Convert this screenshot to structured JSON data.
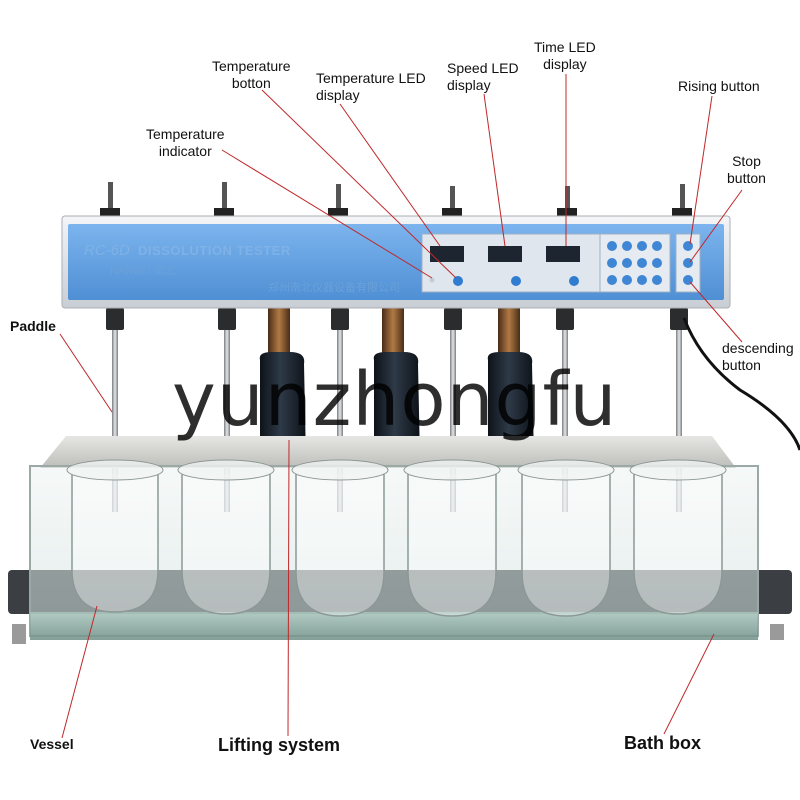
{
  "device": {
    "model": "RC-6D",
    "product": "DISSOLUTION TESTER",
    "brand": "NANBEI 南北",
    "company": "郑州南北仪器设备有限公司"
  },
  "watermark": "yunzhongfu",
  "callouts": {
    "temperature_indicator": [
      "Temperature",
      "indicator"
    ],
    "temperature_button": [
      "Temperature",
      "botton"
    ],
    "temperature_led": [
      "Temperature LED",
      "display"
    ],
    "speed_led": [
      "Speed LED",
      "display"
    ],
    "time_led": [
      "Time LED",
      "display"
    ],
    "rising_button": "Rising button",
    "stop_button": [
      "Stop",
      "button"
    ],
    "descending_button": [
      "descending",
      "button"
    ],
    "paddle": "Paddle",
    "vessel": "Vessel",
    "lifting_system": "Lifting system",
    "bath_box": "Bath box"
  },
  "colors": {
    "panel_blue": "#5f9fe0",
    "panel_frame": "#d8dde3",
    "keypad": "#4a8fd8",
    "lifter": "#1c2430",
    "leader_line": "#c0282a"
  }
}
